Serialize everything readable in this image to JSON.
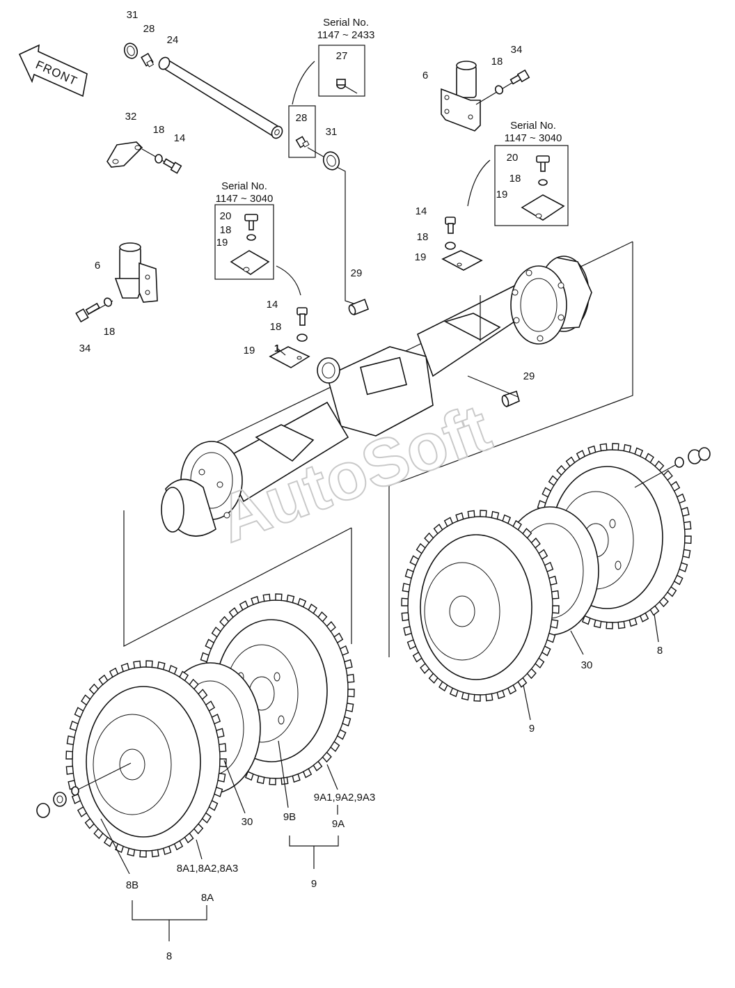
{
  "watermark": "AutoSoft",
  "front_arrow": "FRONT",
  "serial_boxes": [
    {
      "title": "Serial No.",
      "range": "1147 ~ 2433"
    },
    {
      "title": "Serial No.",
      "range": "1147 ~ 3040"
    },
    {
      "title": "Serial No.",
      "range": "1147 ~ 3040"
    }
  ],
  "labels": {
    "l31a": "31",
    "l28a": "28",
    "l24": "24",
    "l27": "27",
    "l28b": "28",
    "l31b": "31",
    "l32": "32",
    "l18a": "18",
    "l14a": "14",
    "l6a": "6",
    "l18b": "18",
    "l34a": "34",
    "l20a": "20",
    "l18c": "18",
    "l19a": "19",
    "l20b": "20",
    "l18d": "18",
    "l19b": "19",
    "l14b": "14",
    "l18e": "18",
    "l19c": "19",
    "l6b": "6",
    "l18f": "18",
    "l34b": "34",
    "l29a": "29",
    "l14c": "14",
    "l18g": "18",
    "l19d": "19",
    "l1": "1",
    "l29b": "29",
    "l30a": "30",
    "l9B": "9B",
    "l9Asub": "9A1,9A2,9A3",
    "l9A": "9A",
    "l9a": "9",
    "l8B": "8B",
    "l8Asub": "8A1,8A2,8A3",
    "l8A": "8A",
    "l8a": "8",
    "l30b": "30",
    "l8b": "8",
    "l9b": "9"
  }
}
